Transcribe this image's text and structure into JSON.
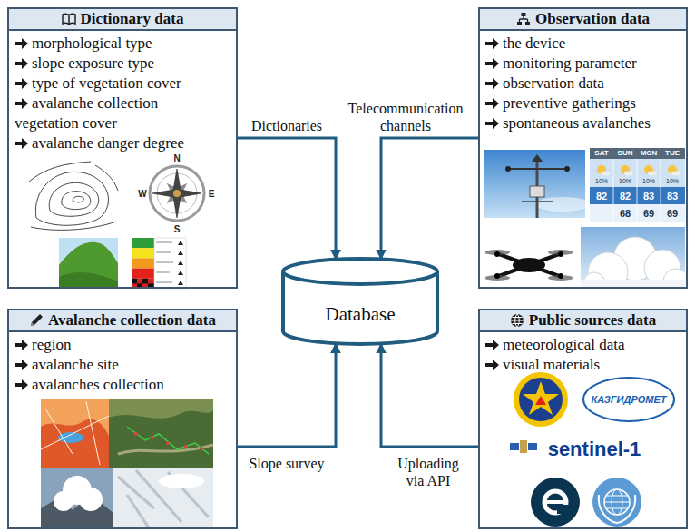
{
  "diagram": {
    "nodes": [
      {
        "text": [
          "Dictionary data",
          "morphological type",
          "slope exposure type",
          "type of vegetation cover",
          "avalanche collection vegetation cover",
          "avalanche danger degree"
        ]
      },
      {
        "text": [
          "Observation data",
          "the device",
          "monitoring parameter",
          "observation data",
          "preventive gatherings",
          "spontaneous avalanches"
        ]
      },
      {
        "text": [
          "Avalanche collection data",
          "region",
          "avalanche site",
          "avalanches collection"
        ]
      },
      {
        "text": [
          "Public sources data",
          "meteorological data",
          "visual materials"
        ]
      },
      {
        "text": [
          "Database"
        ]
      }
    ],
    "edges": [
      {
        "from": 0,
        "to": 4,
        "label": "Dictionaries",
        "arrow": "to"
      },
      {
        "from": 1,
        "to": 4,
        "label": "Telecommunication channels",
        "arrow": "to"
      },
      {
        "from": 2,
        "to": 4,
        "label": "Slope survey",
        "arrow": "to"
      },
      {
        "from": 3,
        "to": 4,
        "label": "Uploading via API",
        "arrow": "to"
      }
    ],
    "labels": [
      "N",
      "W",
      "E",
      "S",
      "SAT",
      "SUN",
      "MON",
      "TUE",
      "10%",
      "10%",
      "10%",
      "10%",
      "82",
      "82",
      "83",
      "83",
      "68",
      "69",
      "69",
      "КАЗГИДРОМЕТ",
      "sentinel-1"
    ]
  }
}
